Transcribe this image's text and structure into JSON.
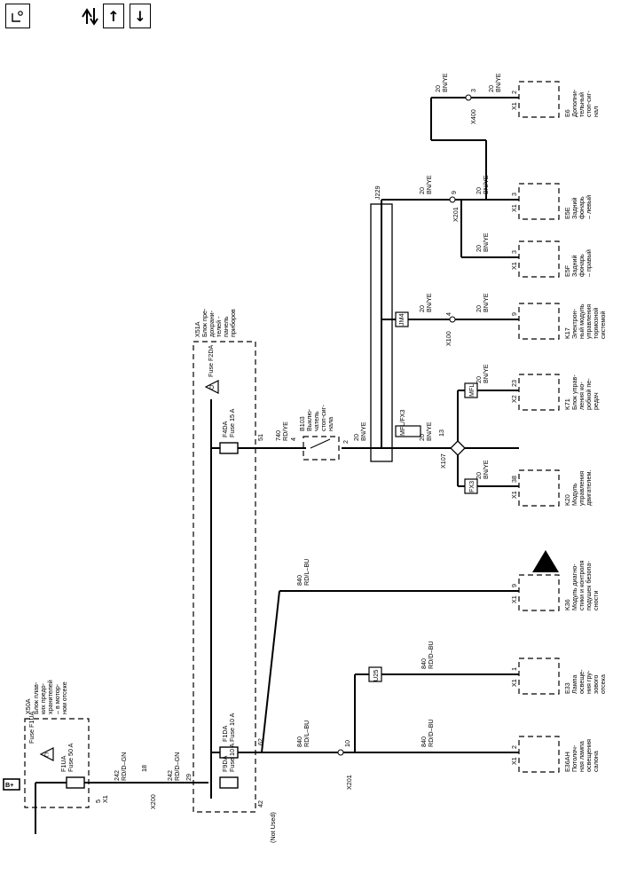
{
  "toolbar": {
    "zoom_button": "zoom-toggle",
    "up_icon": "↑",
    "down_icon": "↓"
  },
  "power": {
    "label": "B+"
  },
  "fuse_block_engine": {
    "id": "X50A",
    "desc": [
      "Блок плав-",
      "ких предо-",
      "хранителей",
      "– в мотор-",
      "ном отсеке"
    ],
    "fuse_name": "F1UA",
    "fuse_rating": "Fuse 50 A",
    "fuse_ref": "Fuse F1UA",
    "ref_letter": "C",
    "conn": "X1",
    "pin": "5"
  },
  "wire_242": {
    "circuit": "242",
    "color": "RD/D–GN"
  },
  "connector_x200": {
    "id": "X200",
    "pin": "18"
  },
  "fuse_block_ip": {
    "id": "X51A",
    "desc": [
      "Блок пре-",
      "дохрани-",
      "телей -",
      "панель",
      "приборов"
    ],
    "fuse_ref": "Fuse F2DA",
    "ref_letter": "D",
    "in_pin": "29",
    "f9da": {
      "name": "F9DA",
      "rating": "Fuse 10 A",
      "pin": "42",
      "note": "(Not Used)"
    },
    "f1da": {
      "name": "F1DA",
      "rating": "Fuse 10 A",
      "pin": "62"
    },
    "f4da": {
      "name": "F4DA",
      "rating": "Fuse 15 A",
      "pin": "51"
    }
  },
  "wire_840": {
    "circuit": "840",
    "color_lbu": "RD/L–BU",
    "color_dbu": "RD/D–BU"
  },
  "connector_x201": {
    "id": "X201",
    "pin_a": "10",
    "pin_b": "9"
  },
  "splice_u25": "U25",
  "loads_left": [
    {
      "id": "E36AH",
      "desc": [
        "Потолоч-",
        "ная лампа",
        "освещения",
        "салона"
      ],
      "conn": "X1",
      "pin": "2"
    },
    {
      "id": "E33",
      "desc": [
        "Лампа",
        "освеще-",
        "ния гру-",
        "зового",
        "отсека"
      ],
      "conn": "X1",
      "pin": "1"
    },
    {
      "id": "K36",
      "desc": [
        "Модуль диагно-",
        "стики и контроля",
        "подушек безопа-",
        "сности"
      ],
      "conn": "X1",
      "pin": "9"
    }
  ],
  "wire_740": {
    "circuit": "740",
    "color": "RD/YE",
    "pin": "4"
  },
  "switch_b103": {
    "id": "B103",
    "desc": [
      "Выклю-",
      "чатель",
      "стоп-сиг-",
      "нала"
    ],
    "pin": "2"
  },
  "wire_20": {
    "circuit": "20",
    "color": "BN/YE"
  },
  "splices": {
    "mfl_fx3": "MFL/FX3",
    "fx3": "FX3",
    "mfl": "MFL",
    "jm4": "JM4",
    "j229": "J229"
  },
  "connector_x107": {
    "id": "X107",
    "pin": "13"
  },
  "connector_x100": {
    "id": "X100",
    "pin": "4"
  },
  "connector_x400": {
    "id": "X400",
    "pin": "3"
  },
  "loads_right": [
    {
      "id": "K20",
      "desc": [
        "Модуль",
        "управления",
        "двигателем."
      ],
      "conn": "X1",
      "pin": "38"
    },
    {
      "id": "K71",
      "desc": [
        "Блок управ-",
        "ления ко-",
        "робкой пе-",
        "редач"
      ],
      "conn": "X2",
      "pin": "23"
    },
    {
      "id": "K17",
      "desc": [
        "Электрон-",
        "ный модуль",
        "управления",
        "тормозной",
        "системой"
      ],
      "conn": "",
      "pin": "9"
    },
    {
      "id": "E5F",
      "desc": [
        "Задний",
        "фонарь",
        "– правый"
      ],
      "conn": "X1",
      "pin": "3"
    },
    {
      "id": "E5E",
      "desc": [
        "Задний",
        "фонарь",
        "– левый"
      ],
      "conn": "X1",
      "pin": "3"
    },
    {
      "id": "E6",
      "desc": [
        "Дополни-",
        "тельный",
        "стоп-сиг-",
        "нал"
      ],
      "conn": "X1",
      "pin": "2"
    }
  ]
}
